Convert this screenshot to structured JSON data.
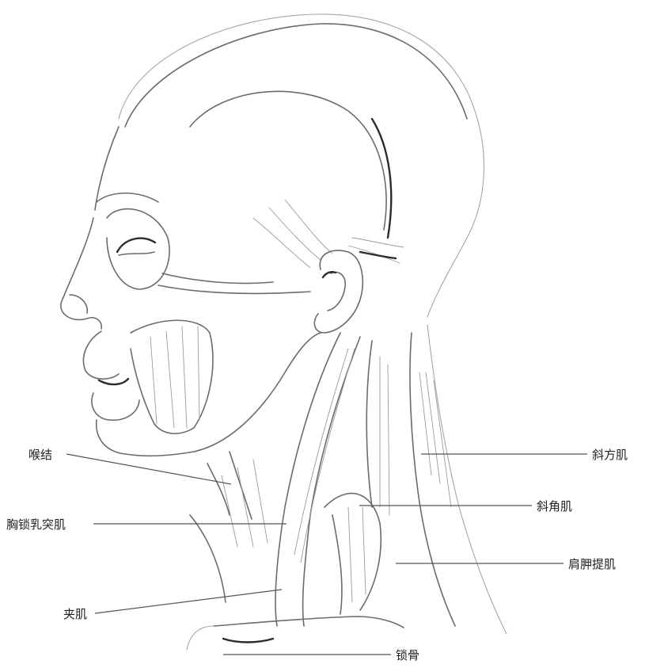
{
  "diagram": {
    "labels": {
      "trapezius": "斜方肌",
      "scalene": "斜角肌",
      "levator_scapulae": "肩胛提肌",
      "laryngeal_prominence": "喉结",
      "sternocleidomastoid": "胸锁乳突肌",
      "splenius": "夹肌",
      "clavicle": "锁骨"
    }
  }
}
